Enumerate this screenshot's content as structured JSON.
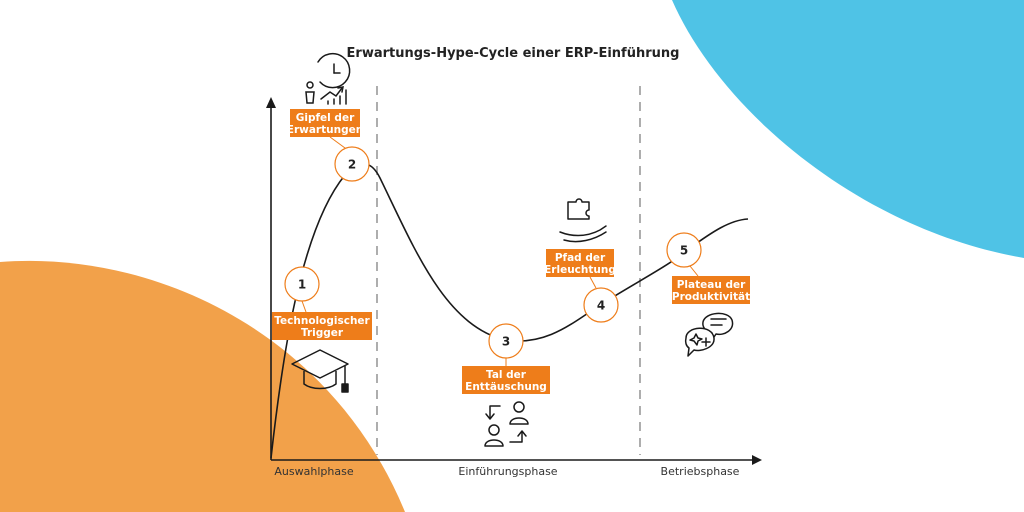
{
  "title": "Erwartungs-Hype-Cycle einer ERP-Einführung",
  "phases": [
    "Auswahlphase",
    "Einführungsphase",
    "Betriebsphase"
  ],
  "stages": [
    {
      "number": "1",
      "lines": [
        "Technologischer",
        "Trigger"
      ],
      "icon": "graduation-cap-icon"
    },
    {
      "number": "2",
      "lines": [
        "Gipfel der",
        "Erwartungen"
      ],
      "icon": "growth-clock-icon"
    },
    {
      "number": "3",
      "lines": [
        "Tal der",
        "Enttäuschung"
      ],
      "icon": "people-exchange-icon"
    },
    {
      "number": "4",
      "lines": [
        "Pfad der",
        "Erleuchtung"
      ],
      "icon": "puzzle-hand-icon"
    },
    {
      "number": "5",
      "lines": [
        "Plateau der",
        "Produktivität"
      ],
      "icon": "chat-bubbles-icon"
    }
  ],
  "colors": {
    "accent": "#ee7d1a",
    "bg_orange": "#f2a14a",
    "bg_blue": "#4fc3e6",
    "curve": "#1a1a1a",
    "divider": "#999999"
  }
}
